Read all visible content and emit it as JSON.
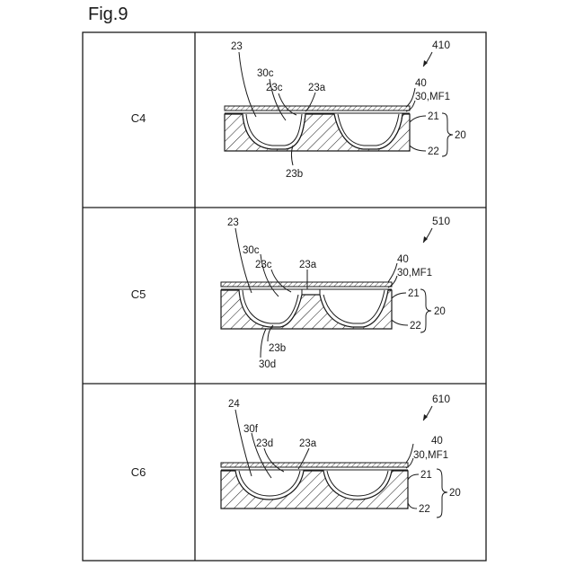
{
  "figure": {
    "title": "Fig.9"
  },
  "rows": [
    {
      "id": "C4",
      "label": "C4",
      "ref": "410",
      "callouts": {
        "recess": "23",
        "l30": "30c",
        "l23c": "23c",
        "l23a": "23a",
        "bottom": "23b",
        "bottom2": ""
      },
      "side": {
        "l40": "40",
        "l30": "30,MF1",
        "l21": "21",
        "l20": "20",
        "l22": "22"
      }
    },
    {
      "id": "C5",
      "label": "C5",
      "ref": "510",
      "callouts": {
        "recess": "23",
        "l30": "30c",
        "l23c": "23c",
        "l23a": "23a",
        "bottom": "23b",
        "bottom2": "30d"
      },
      "side": {
        "l40": "40",
        "l30": "30,MF1",
        "l21": "21",
        "l20": "20",
        "l22": "22"
      }
    },
    {
      "id": "C6",
      "label": "C6",
      "ref": "610",
      "callouts": {
        "recess": "24",
        "l30": "30f",
        "l23c": "23d",
        "l23a": "23a",
        "bottom": "",
        "bottom2": ""
      },
      "side": {
        "l40": "40",
        "l30": "30,MF1",
        "l21": "21",
        "l20": "20",
        "l22": "22"
      }
    }
  ]
}
